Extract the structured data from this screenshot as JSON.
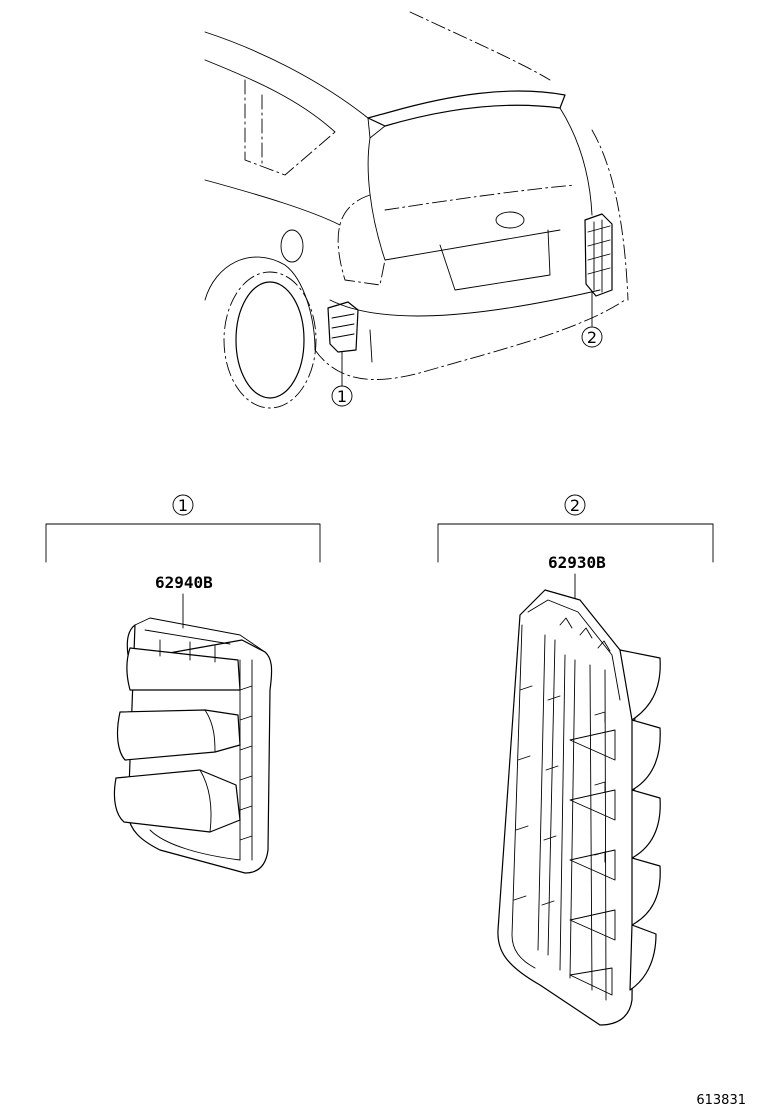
{
  "callouts": {
    "one": "1",
    "two": "2"
  },
  "parts": {
    "left_part_number": "62940B",
    "right_part_number": "62930B"
  },
  "illustration_code": "613831"
}
